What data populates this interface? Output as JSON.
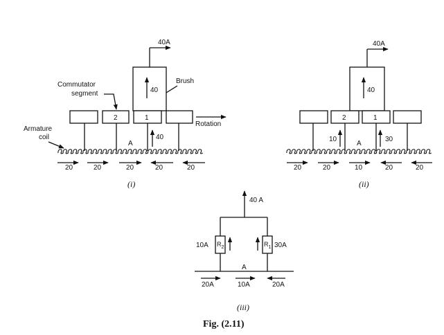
{
  "figure": {
    "caption": "Fig. (2.11)"
  },
  "panel_i": {
    "tag": "(i)",
    "brush_current_top": "40A",
    "brush_current_inside": "40",
    "brush_label": "Brush",
    "commutator_label_line1": "Commutator",
    "commutator_label_line2": "segment",
    "segment_2": "2",
    "segment_1": "1",
    "rotation_label": "Rotation",
    "armature_label_line1": "Armature",
    "armature_label_line2": "coil",
    "riser_current": "40",
    "point_label": "A",
    "coil_currents": [
      "20",
      "20",
      "20",
      "20",
      "20"
    ]
  },
  "panel_ii": {
    "tag": "(ii)",
    "brush_current_top": "40A",
    "brush_current_inside": "40",
    "segment_2": "2",
    "segment_1": "1",
    "riser_current_left": "10",
    "riser_current_right": "30",
    "point_label": "A",
    "coil_currents": [
      "20",
      "20",
      "10",
      "20",
      "20"
    ]
  },
  "panel_iii": {
    "tag": "(iii)",
    "total_current": "40 A",
    "left_current": "10A",
    "right_current": "30A",
    "r2_label": "R",
    "r2_sub": "2",
    "r1_label": "R",
    "r1_sub": "1",
    "point_label": "A",
    "bottom_currents": [
      "20A",
      "10A",
      "20A"
    ]
  }
}
